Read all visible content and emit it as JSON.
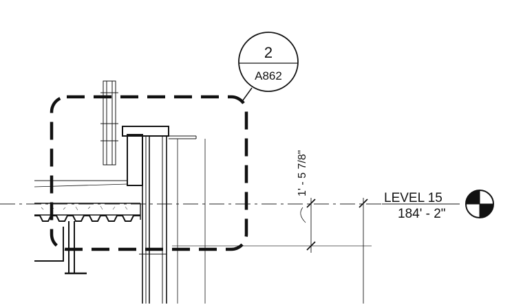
{
  "callout": {
    "detail_number": "2",
    "sheet_number": "A862"
  },
  "dimension": {
    "text": "1' - 5 7/8\""
  },
  "level": {
    "name": "LEVEL 15",
    "elevation": "184' - 2\"",
    "marker_icon": "level-target-icon"
  },
  "colors": {
    "line": "#111111",
    "background": "#ffffff"
  }
}
